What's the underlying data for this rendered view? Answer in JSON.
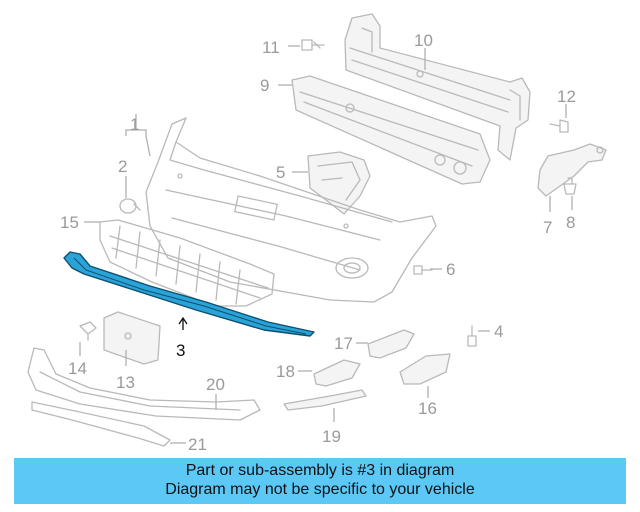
{
  "callouts": {
    "c1": "1",
    "c2": "2",
    "c3": "3",
    "c4": "4",
    "c5": "5",
    "c6": "6",
    "c7": "7",
    "c8": "8",
    "c9": "9",
    "c10": "10",
    "c11": "11",
    "c12": "12",
    "c13": "13",
    "c14": "14",
    "c15": "15",
    "c16": "16",
    "c17": "17",
    "c18": "18",
    "c19": "19",
    "c20": "20",
    "c21": "21"
  },
  "highlighted_part": "3",
  "colors": {
    "highlight": "#2aa3d8",
    "caption_background": "#5bc8f5",
    "parts": "#b9b9b9"
  },
  "caption": {
    "line1": "Part or sub-assembly is #3 in diagram",
    "line2": "Diagram may not be specific to your vehicle"
  }
}
